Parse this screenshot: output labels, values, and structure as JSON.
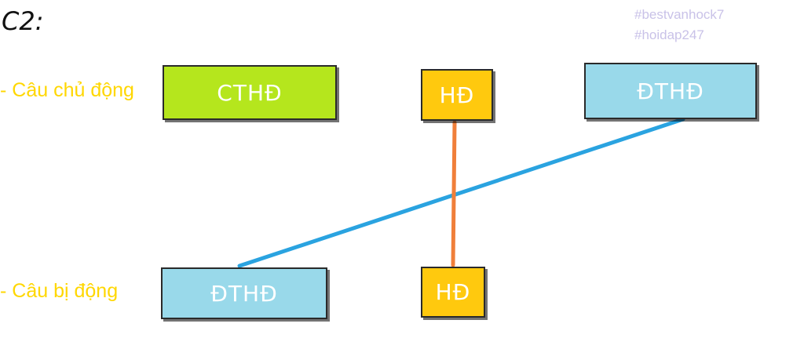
{
  "title": "C2:",
  "hashtags": [
    "#bestvanhock7",
    "#hoidap247"
  ],
  "rows": [
    {
      "label": "- Câu chủ động"
    },
    {
      "label": "- Câu bị động"
    }
  ],
  "boxes": {
    "active_subject": "CTHĐ",
    "active_verb": "HĐ",
    "active_object": "ĐTHĐ",
    "passive_subject": "ĐTHĐ",
    "passive_verb": "HĐ"
  },
  "colors": {
    "label_yellow": "#ffd700",
    "hashtag": "#c9c2e8",
    "green_box": "#b5e61d",
    "blue_box": "#99d9ea",
    "yellow_box": "#ffc90e",
    "blue_link": "#2aa3e0",
    "orange_link": "#f07f3a"
  }
}
